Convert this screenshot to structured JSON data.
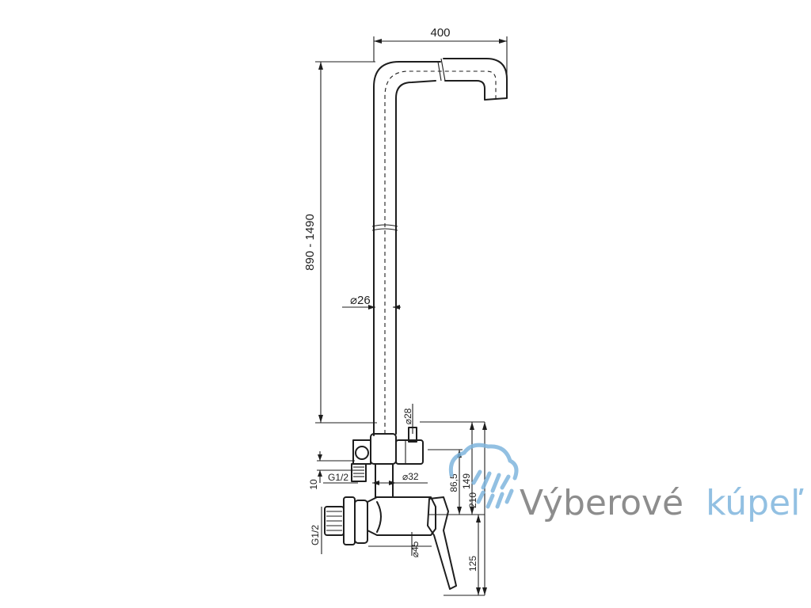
{
  "dimensions": {
    "width_top": "400",
    "height_range": "890 - 1490",
    "pipe_diameter": "⌀26",
    "top_connector_diameter": "⌀28",
    "body_diameter": "⌀32",
    "lower_diameter": "⌀45",
    "thread_upper": "G1/2",
    "thread_lower": "G1/2",
    "offset_10": "10",
    "height_86_5": "86,5",
    "height_149": "149",
    "height_210": "210",
    "height_125": "125"
  },
  "watermark": {
    "brand_part1": "Výberové",
    "brand_part2": "kúpeľ",
    "color_dark": "#7a7a7a",
    "color_accent": "#7fb6de",
    "icon": "shower-cloud-icon"
  }
}
